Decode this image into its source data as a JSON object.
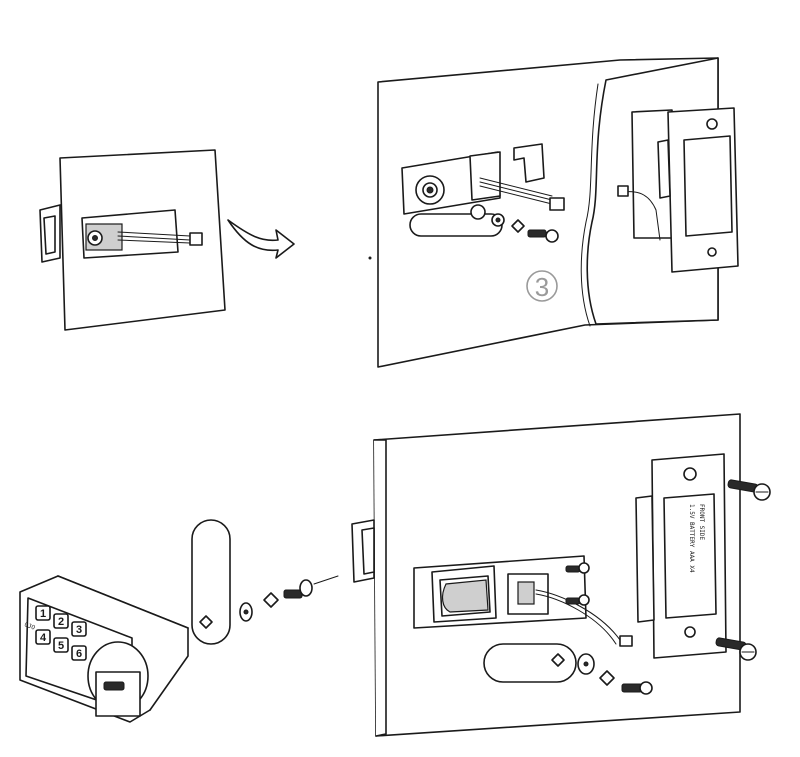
{
  "step": {
    "number": "3"
  },
  "keypad": {
    "keys": [
      "1",
      "2",
      "3",
      "4",
      "5",
      "6"
    ],
    "brand_mark": "OJO"
  },
  "battery_box": {
    "top_label": "FRONT SIDE",
    "bottom_label": "1.5V BATTERY AAA X4"
  }
}
